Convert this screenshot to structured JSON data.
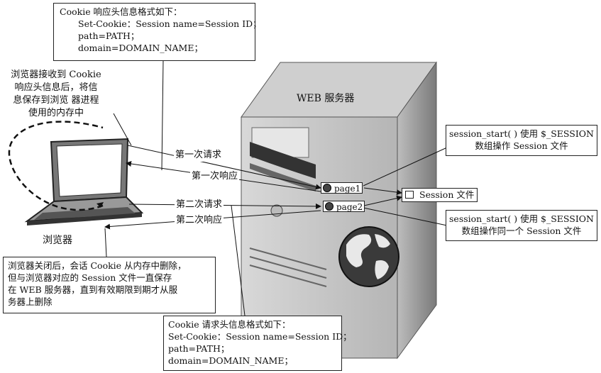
{
  "top_note": {
    "title": "Cookie 响应头信息格式如下：",
    "lines": [
      "Set-Cookie：Session name=Session ID；",
      "path=PATH；",
      "domain=DOMAIN_NAME；"
    ]
  },
  "browser_receive_note": [
    "浏览器接收到 Cookie",
    "响应头信息后，将信",
    "息保存到浏览 器进程",
    "使用的内存中"
  ],
  "server_label": "WEB 服务器",
  "browser_label": "浏览器",
  "arrows": {
    "first_request": "第一次请求",
    "first_response": "第一次响应",
    "second_request": "第二次请求",
    "second_response": "第二次响应"
  },
  "pages": {
    "page1": "page1",
    "page2": "page2"
  },
  "session_file": "Session 文件",
  "session_note_1": [
    "session_start( ) 使用 $_SESSION",
    "数组操作 Session 文件"
  ],
  "session_note_2": [
    "session_start( ) 使用 $_SESSION",
    "数组操作同一个 Session 文件"
  ],
  "browser_close_note": [
    "浏览器关闭后，会话 Cookie 从内存中删除，",
    "但与浏览器对应的 Session 文件一直保存",
    "在 WEB 服务器，直到有效期限到期才从服",
    "务器上删除"
  ],
  "bottom_note": {
    "title": "Cookie 请求头信息格式如下：",
    "lines": [
      "Set-Cookie：Session name=Session ID；",
      "path=PATH；",
      "domain=DOMAIN_NAME；"
    ]
  }
}
